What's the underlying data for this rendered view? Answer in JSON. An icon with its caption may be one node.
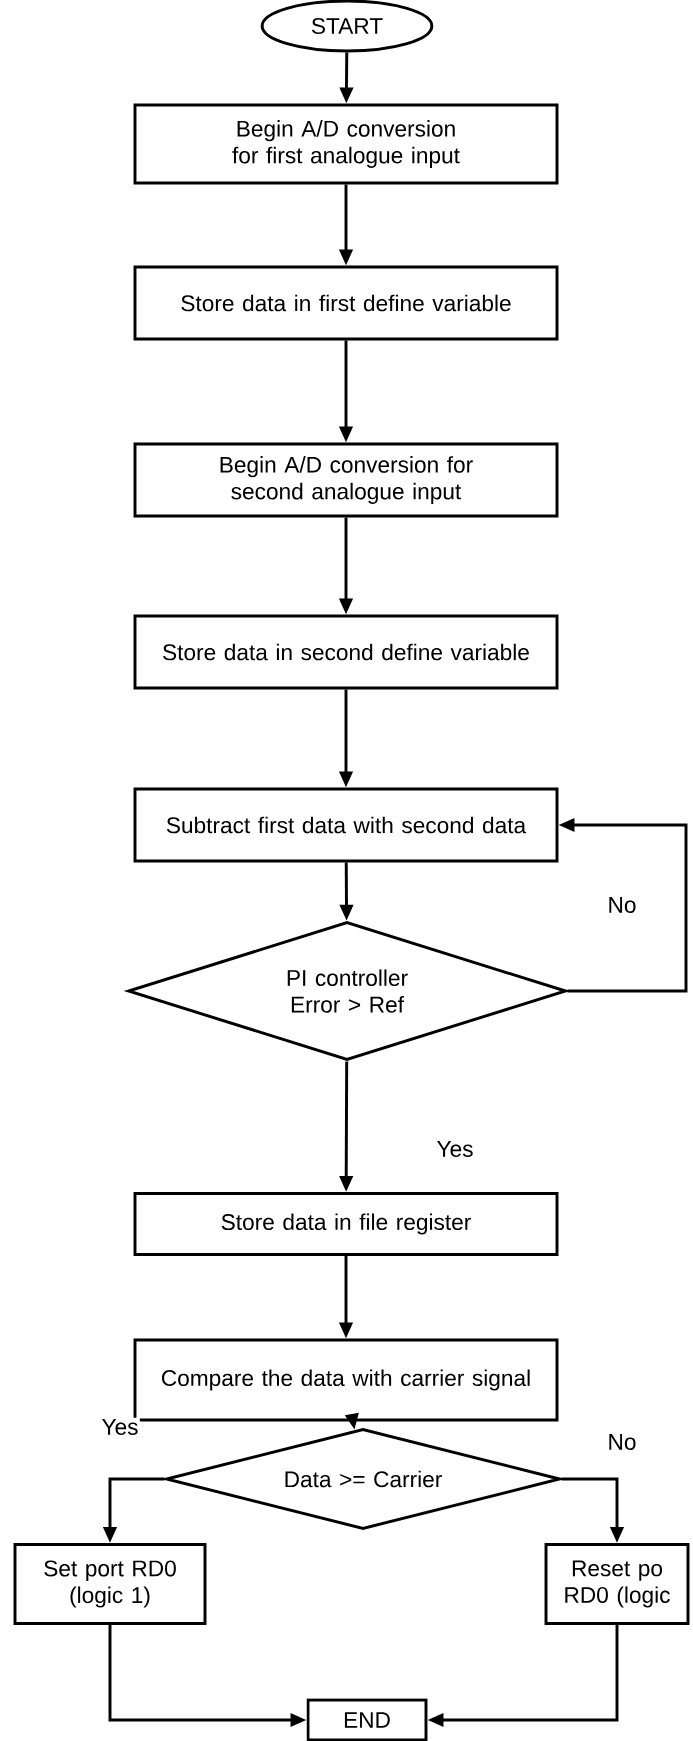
{
  "diagram": {
    "nodes": [
      {
        "text": [
          "START"
        ]
      },
      {
        "text": [
          "Begin A/D conversion for first analogue input"
        ]
      },
      {
        "text": [
          "Store data in first define variable"
        ]
      },
      {
        "text": [
          "Begin A/D conversion for second analogue input"
        ]
      },
      {
        "text": [
          "Store data in second define variable"
        ]
      },
      {
        "text": [
          "Subtract first data with second data"
        ]
      },
      {
        "text": [
          "PI controller Error > Ref"
        ]
      },
      {
        "text": [
          "Store data in file register"
        ]
      },
      {
        "text": [
          "Compare the data with carrier signal"
        ]
      },
      {
        "text": [
          "Data >= Carrier"
        ]
      },
      {
        "text": [
          "Set port RD0 (logic 1)"
        ]
      },
      {
        "text": [
          "Reset po RD0 (logic"
        ]
      },
      {
        "text": [
          "END"
        ]
      }
    ],
    "edges": [
      {
        "from": 0,
        "to": 1,
        "arrow": "to"
      },
      {
        "from": 1,
        "to": 2,
        "arrow": "to"
      },
      {
        "from": 2,
        "to": 3,
        "arrow": "to"
      },
      {
        "from": 3,
        "to": 4,
        "arrow": "to"
      },
      {
        "from": 4,
        "to": 5,
        "arrow": "to"
      },
      {
        "from": 5,
        "to": 6,
        "arrow": "to"
      },
      {
        "from": 6,
        "to": 5,
        "arrow": "to",
        "label": "No"
      },
      {
        "from": 6,
        "to": 7,
        "arrow": "to",
        "label": "Yes"
      },
      {
        "from": 7,
        "to": 8,
        "arrow": "to"
      },
      {
        "from": 8,
        "to": 9,
        "arrow": "to"
      },
      {
        "from": 9,
        "to": 10,
        "arrow": "to",
        "label": "Yes"
      },
      {
        "from": 9,
        "to": 11,
        "arrow": "to",
        "label": "No"
      },
      {
        "from": 10,
        "to": 12,
        "arrow": "to"
      },
      {
        "from": 11,
        "to": 12,
        "arrow": "to"
      }
    ]
  }
}
